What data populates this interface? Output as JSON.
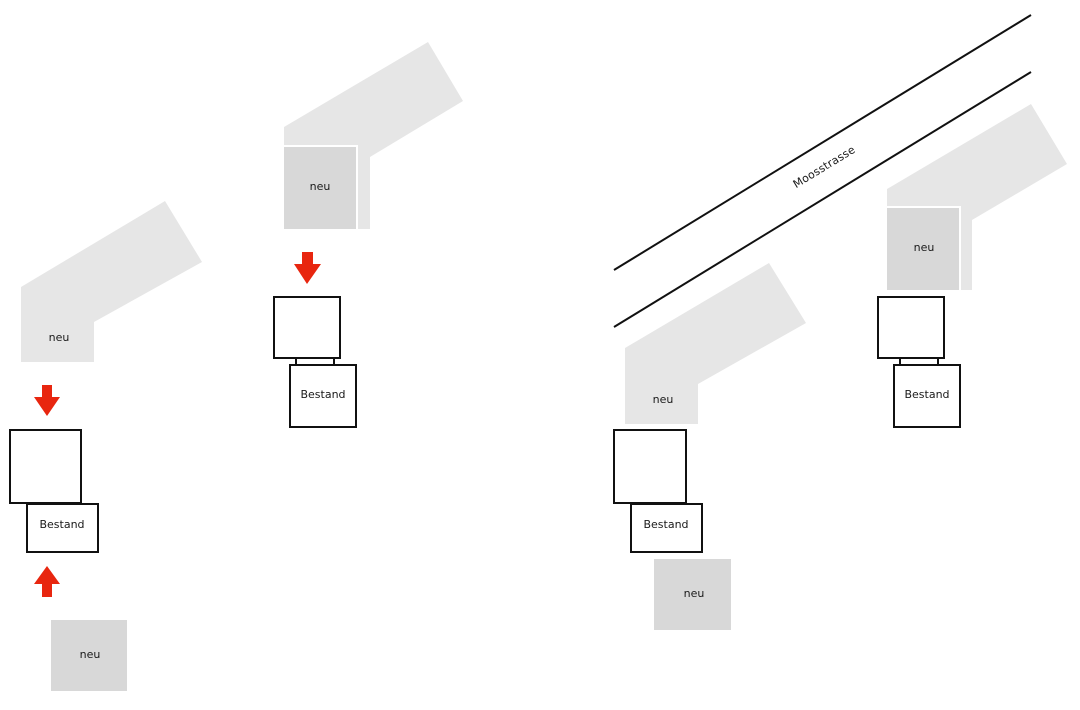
{
  "labels": {
    "new": "neu",
    "existing": "Bestand",
    "street": "Moosstrasse"
  },
  "colors": {
    "new_building_fill": "#d8d8d8",
    "new_wing_fill": "#e6e6e6",
    "existing_stroke": "#111111",
    "arrow": "#e8260f",
    "road": "#111111"
  }
}
